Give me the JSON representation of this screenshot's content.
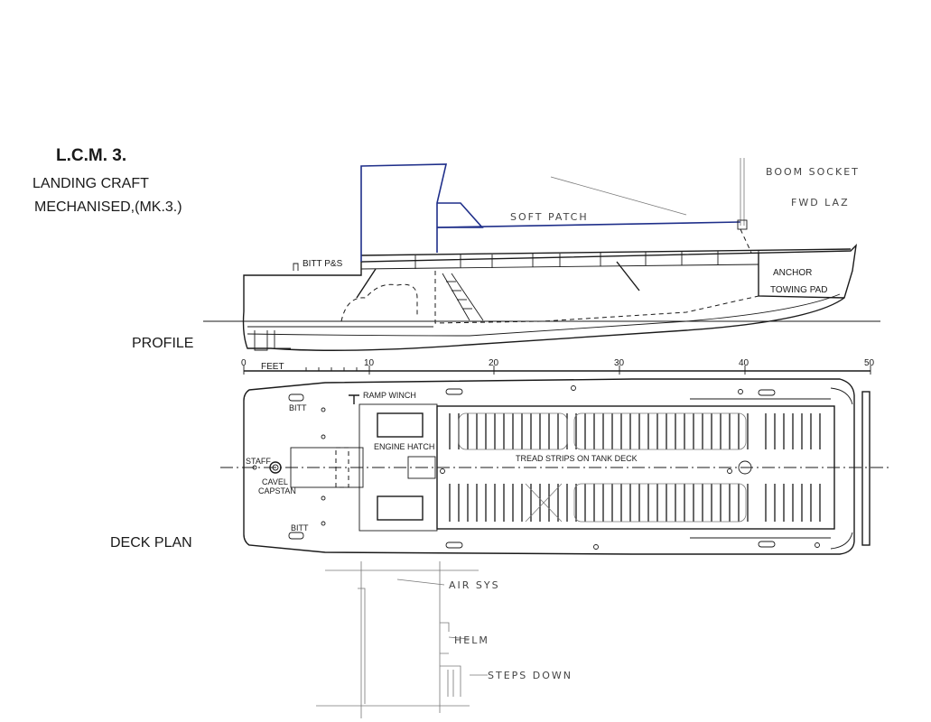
{
  "title": {
    "line1": "L.C.M. 3.",
    "line2": "LANDING  CRAFT",
    "line3": "MECHANISED,(MK.3.)"
  },
  "views": {
    "profile": "PROFILE",
    "deck_plan": "DECK  PLAN"
  },
  "profile_labels": {
    "bitt": "BITT P&S",
    "anchor": "ANCHOR",
    "towing_pad": "TOWING PAD"
  },
  "handwritten": {
    "boom_socket": "BOOM  SOCKET",
    "fwd_laz": "FWD  LAZ",
    "soft_patch": "SOFT PATCH",
    "air_sys": "AIR SYS",
    "helm": "HELM",
    "steps_down": "STEPS  DOWN"
  },
  "scale": {
    "unit": "FEET",
    "ticks": [
      "0",
      "10",
      "20",
      "30",
      "40",
      "50"
    ]
  },
  "deck_labels": {
    "bitt_top": "BITT",
    "bitt_bottom": "BITT",
    "ramp_winch": "RAMP WINCH",
    "engine_hatch": "ENGINE HATCH",
    "staff": "STAFF",
    "cavel": "CAVEL",
    "capstan": "CAPSTAN",
    "tread_strips": "TREAD  STRIPS  ON  TANK  DECK"
  }
}
